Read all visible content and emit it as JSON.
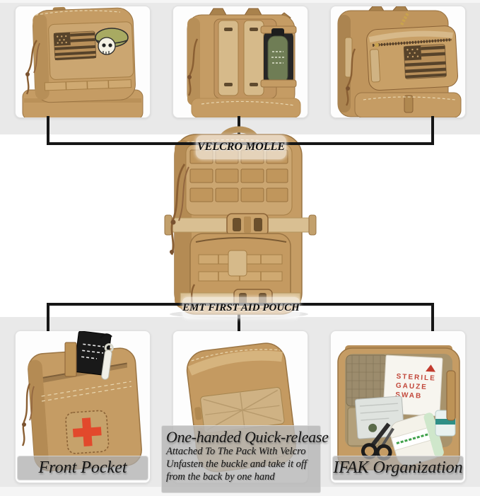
{
  "center": {
    "top_label": "VELCRO MOLLE",
    "bottom_label": "EMT FIRST AID POUCH"
  },
  "bottom_row": {
    "left_caption": "Front Pocket",
    "right_caption": "IFAK Organization",
    "center_callout": {
      "title": "One-handed Quick-release",
      "line1": "Attached To The Pack With Velcro",
      "line2": "Unfasten the buckle and take it off",
      "line3": "from the back by one hand"
    }
  },
  "photo_texts": {
    "gauze_packet": {
      "line1": "STERILE",
      "line2": "GAUZE",
      "line3": "SWAB"
    }
  },
  "colors": {
    "background_gray": "#e9e9e9",
    "card_white": "#fdfdfd",
    "connector_black": "#161616",
    "pouch_tan": "#c59c64",
    "cross_patch_red": "#e2492c",
    "bottle_green": "#6f7d55",
    "gauze_text_red": "#c2473a"
  }
}
